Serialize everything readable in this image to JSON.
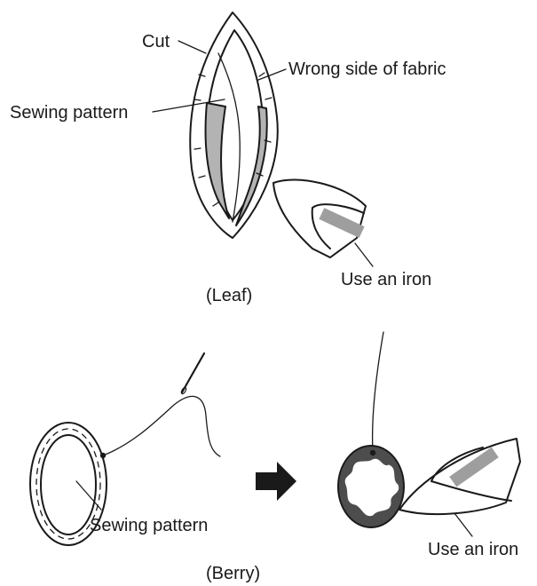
{
  "leaf": {
    "cut_label": "Cut",
    "wrong_side_label": "Wrong side of fabric",
    "pattern_label": "Sewing pattern",
    "iron_label": "Use an iron",
    "caption": "(Leaf)"
  },
  "berry": {
    "pattern_label": "Sewing pattern",
    "iron_label": "Use an iron",
    "caption": "(Berry)"
  },
  "colors": {
    "stroke": "#1a1a1a",
    "fabric_grey": "#b3b3b3",
    "iron_grey": "#9e9e9e",
    "berry_dark": "#4d4d4d",
    "arrow": "#1a1a1a"
  }
}
